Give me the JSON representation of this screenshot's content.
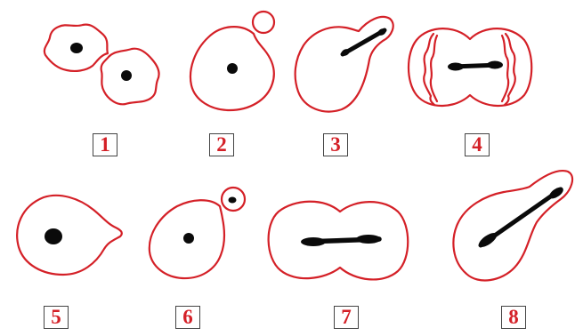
{
  "colors": {
    "outline": "#d42027",
    "nucleus": "#0a0a0a",
    "label_text": "#d42027",
    "label_border": "#444444"
  },
  "panels": [
    {
      "label": "1"
    },
    {
      "label": "2"
    },
    {
      "label": "3"
    },
    {
      "label": "4"
    },
    {
      "label": "5"
    },
    {
      "label": "6"
    },
    {
      "label": "7"
    },
    {
      "label": "8"
    }
  ]
}
